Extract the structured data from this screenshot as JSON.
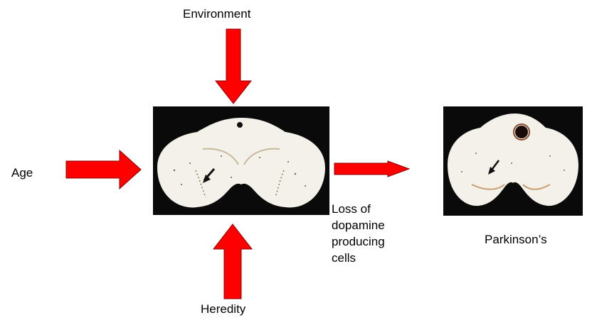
{
  "labels": {
    "environment": "Environment",
    "age": "Age",
    "heredity": "Heredity",
    "loss_line1": "Loss of",
    "loss_line2": "dopamine",
    "loss_line3": "producing",
    "loss_line4": "cells",
    "parkinsons": "Parkinson’s"
  },
  "colors": {
    "arrow_fill": "#ff0000",
    "arrow_stroke": "#8b0000",
    "photo_background": "#0a0a0a",
    "tissue": "#f4f1ea"
  },
  "images": {
    "normal_midbrain": "normal-midbrain-section",
    "parkinsons_midbrain": "parkinsons-midbrain-section"
  }
}
